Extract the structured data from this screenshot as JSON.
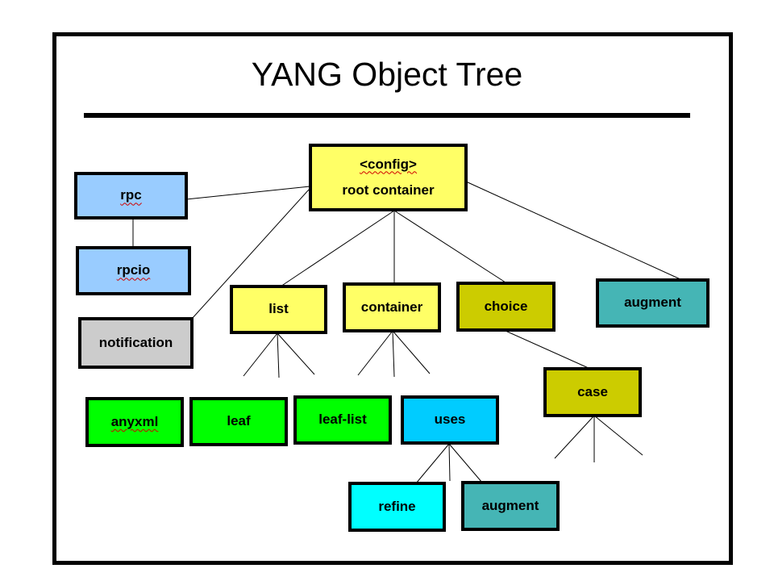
{
  "title": "YANG Object Tree",
  "colors": {
    "root": "#ffff66",
    "list_container": "#ffff66",
    "choice_case": "#cccc00",
    "rpc": "#99ccff",
    "notification": "#cccccc",
    "leaf_nodes": "#00ff00",
    "uses": "#00ccff",
    "refine": "#00ffff",
    "augment": "#45b5b5"
  },
  "nodes": {
    "root": {
      "line1": "<config>",
      "line2": "root container"
    },
    "rpc": {
      "label": "rpc"
    },
    "rpcio": {
      "label": "rpcio"
    },
    "notification": {
      "label": "notification"
    },
    "list": {
      "label": "list"
    },
    "container": {
      "label": "container"
    },
    "choice": {
      "label": "choice"
    },
    "augment_top": {
      "label": "augment"
    },
    "case": {
      "label": "case"
    },
    "anyxml": {
      "label": "anyxml"
    },
    "leaf": {
      "label": "leaf"
    },
    "leaf_list": {
      "label": "leaf-list"
    },
    "uses": {
      "label": "uses"
    },
    "refine": {
      "label": "refine"
    },
    "augment_uses": {
      "label": "augment"
    }
  }
}
